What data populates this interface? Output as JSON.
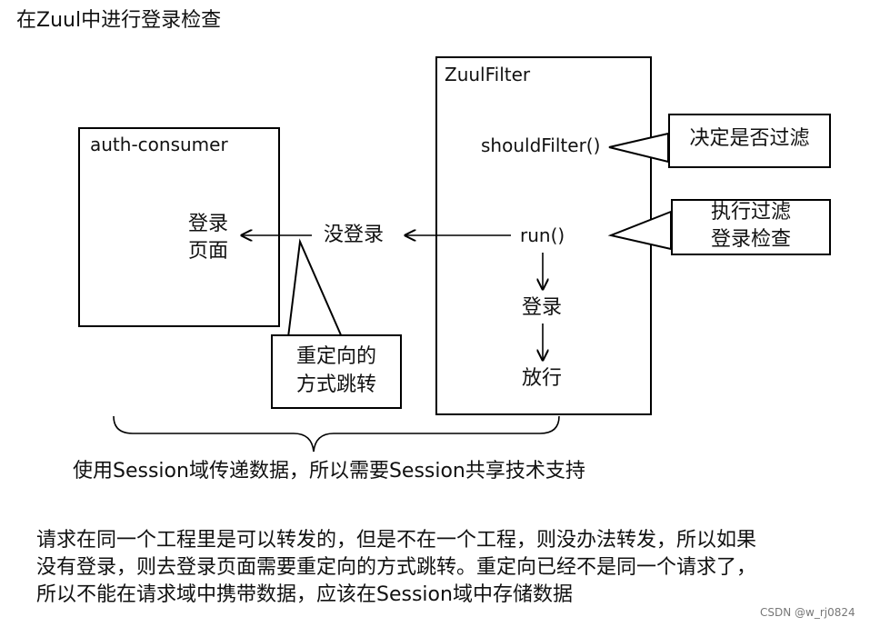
{
  "title": "在Zuul中进行登录检查",
  "boxes": {
    "auth_consumer": "auth-consumer",
    "zuul_filter": "ZuulFilter"
  },
  "auth_page": [
    "登录",
    "页面"
  ],
  "zuul": {
    "should_filter": "shouldFilter()",
    "run": "run()",
    "login": "登录",
    "pass": "放行"
  },
  "not_logged_in": "没登录",
  "callouts": {
    "decide": [
      "决定是否过滤"
    ],
    "run": [
      "执行过滤",
      "登录检查"
    ],
    "redirect": [
      "重定向的",
      "方式跳转"
    ]
  },
  "brace_caption": "使用Session域传递数据，所以需要Session共享技术支持",
  "paragraph": [
    "请求在同一个工程里是可以转发的，但是不在一个工程，则没办法转发，所以如果",
    "没有登录，则去登录页面需要重定向的方式跳转。重定向已经不是同一个请求了，",
    "所以不能在请求域中携带数据，应该在Session域中存储数据"
  ],
  "watermark": "CSDN @w_rj0824"
}
